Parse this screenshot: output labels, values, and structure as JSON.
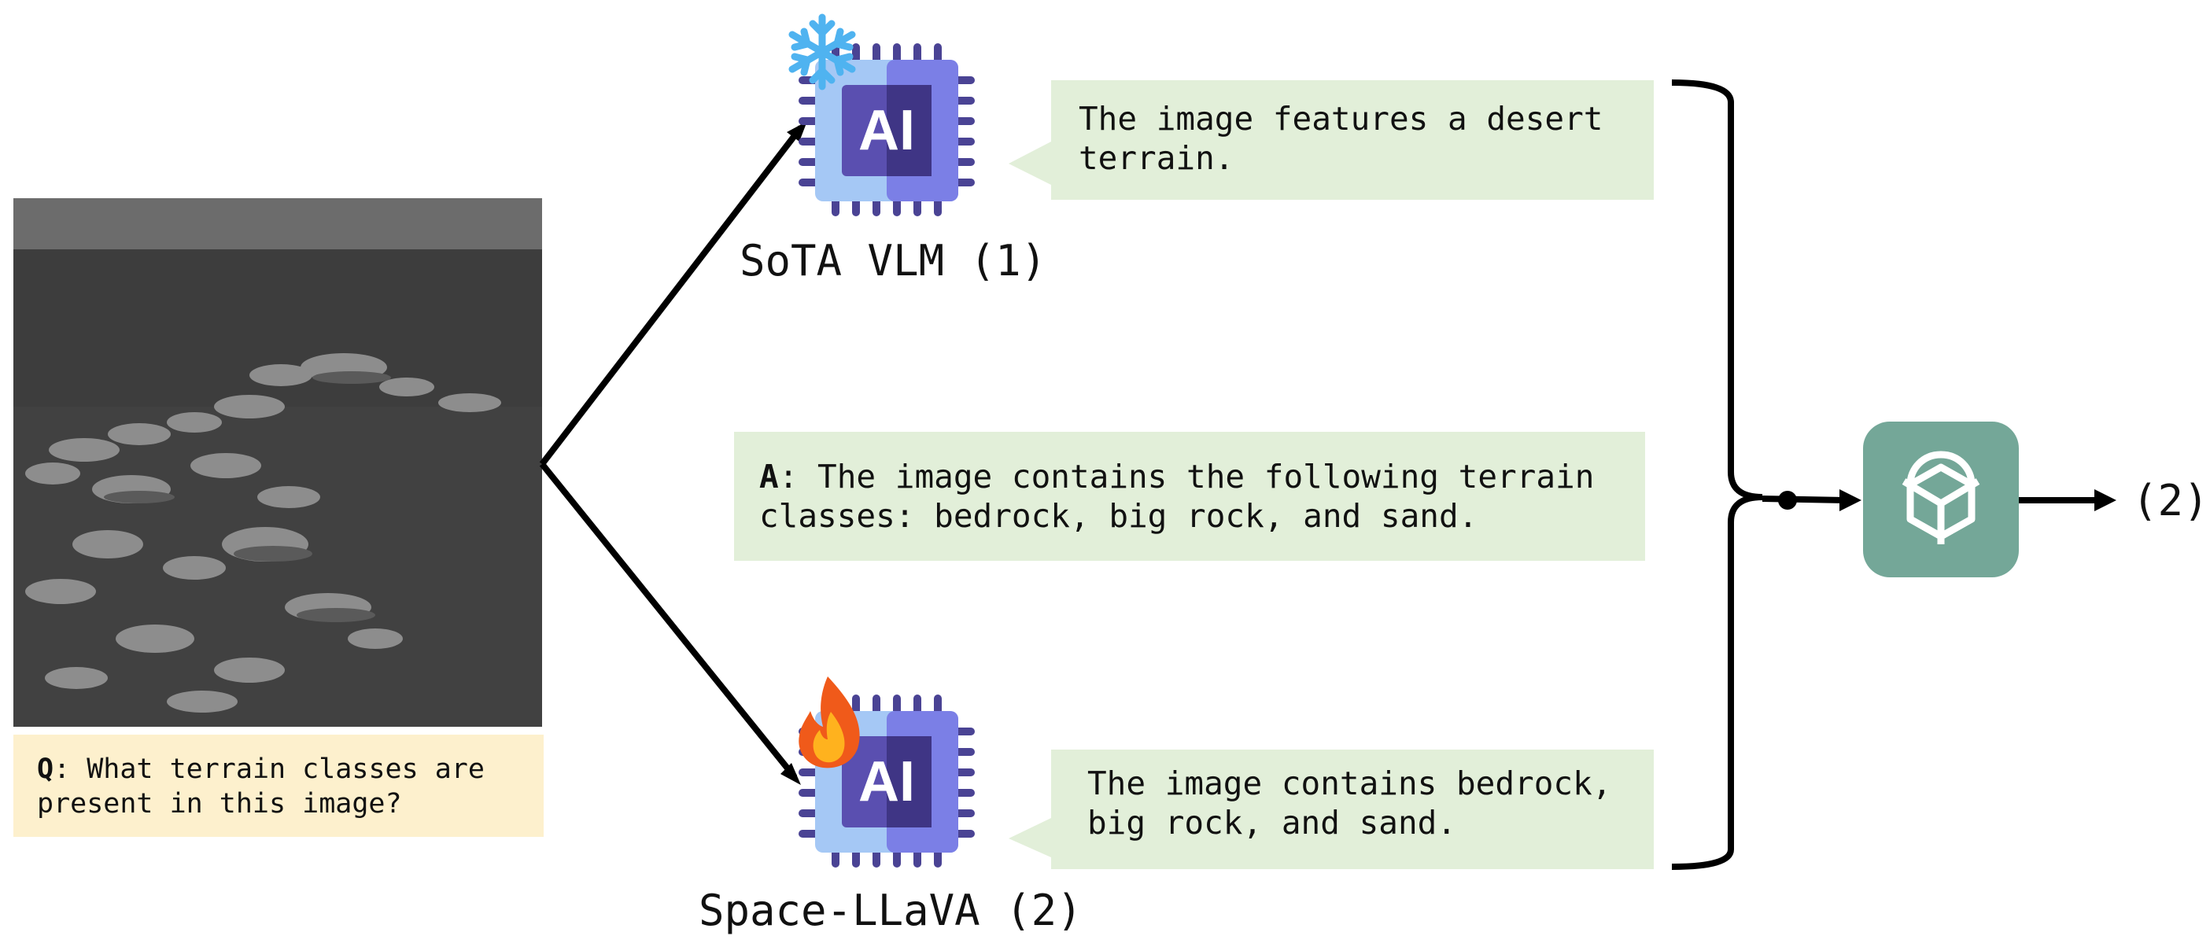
{
  "question": {
    "prefix": "Q",
    "text": ": What terrain classes are present in this image?"
  },
  "top_model": {
    "chip_text": "AI",
    "label": "SoTA VLM (1)",
    "status_icon": "snowflake-icon",
    "response": "The image features a desert terrain."
  },
  "answer": {
    "prefix": "A",
    "text": ": The image contains the following terrain classes: bedrock, big rock, and sand."
  },
  "bottom_model": {
    "chip_text": "AI",
    "label": "Space-LLaVA (2)",
    "status_icon": "fire-icon",
    "response": "The image contains bedrock, big rock, and sand."
  },
  "judge": {
    "icon": "openai-logo-icon",
    "color": "#74a798"
  },
  "output": {
    "label": "(2)"
  },
  "colors": {
    "chip_light": "#a5c8f5",
    "chip_mid": "#7b7fe6",
    "chip_dark": "#5a4fb0",
    "bubble": "#e2efd9",
    "question_bg": "#fdf0cd"
  }
}
